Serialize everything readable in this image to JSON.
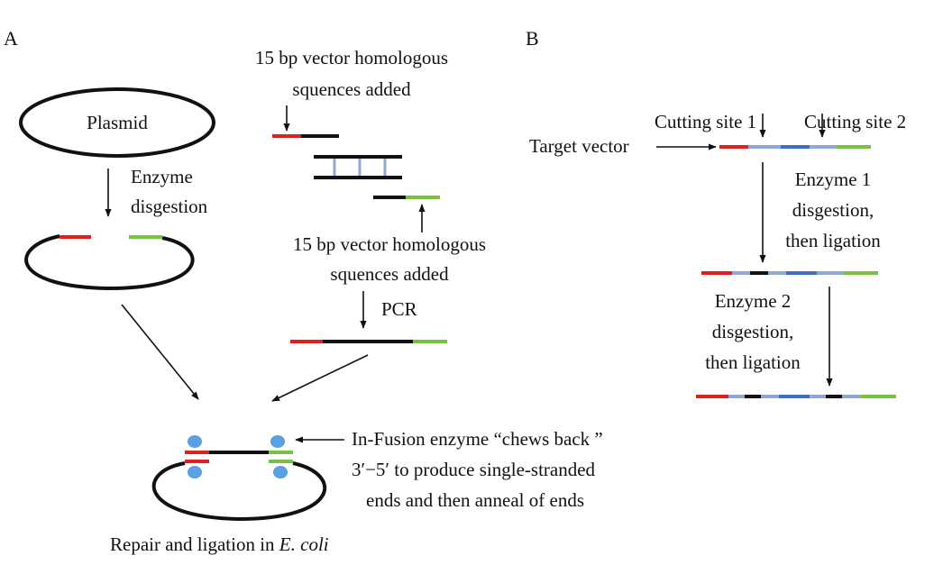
{
  "panel_a": {
    "label": "A",
    "plasmid": "Plasmid",
    "enzyme_line1": "Enzyme",
    "enzyme_line2": "disgestion",
    "homologous_top_line1": "15 bp vector homologous",
    "homologous_top_line2": "squences added",
    "homologous_bottom_line1": "15 bp vector homologous",
    "homologous_bottom_line2": "squences added",
    "pcr": "PCR",
    "infusion_line1": "In-Fusion enzyme “chews back ”",
    "infusion_line2": "3′−5′ to produce single-stranded",
    "infusion_line3": "ends and then anneal of ends",
    "repair_prefix": "Repair and ligation in ",
    "repair_species": "E. coli"
  },
  "panel_b": {
    "label": "B",
    "cutting_site_1": "Cutting site 1",
    "cutting_site_2": "Cutting site 2",
    "target_vector": "Target vector",
    "enzyme1_line1": "Enzyme 1",
    "enzyme1_line2": "disgestion,",
    "enzyme1_line3": "then ligation",
    "enzyme2_line1": "Enzyme 2",
    "enzyme2_line2": "disgestion,",
    "enzyme2_line3": "then ligation"
  },
  "colors": {
    "homology_left": "#e0201f",
    "homology_right": "#7ac142",
    "cut_region": "#8fa8d6",
    "insert_region": "#3f6fc2",
    "enzyme_dot": "#5aa1e3"
  }
}
